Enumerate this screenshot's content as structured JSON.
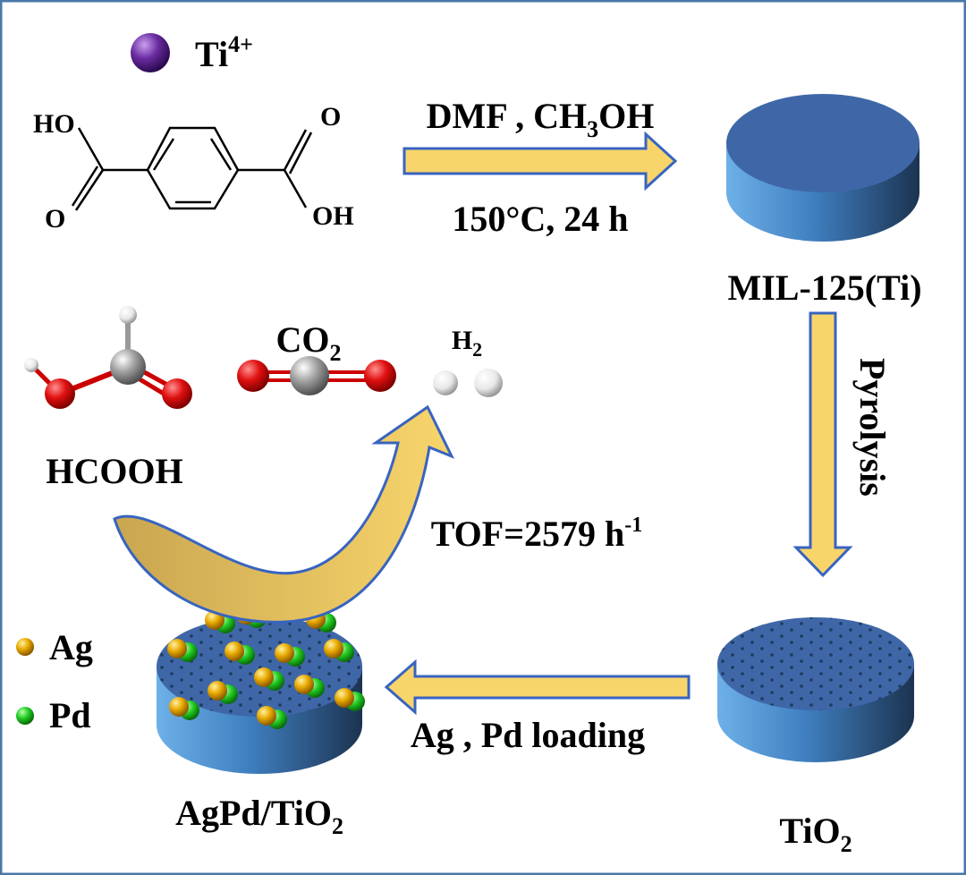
{
  "ti_legend": {
    "symbol": "Ti",
    "charge": "4+"
  },
  "linker": {
    "ho_left": "HO",
    "o_left": "O",
    "o_right": "O",
    "oh_right": "OH"
  },
  "step1": {
    "top_a": "DMF , CH",
    "top_sub": "3",
    "top_b": "OH",
    "bottom": "150°C, 24 h"
  },
  "mof_label": "MIL-125(Ti)",
  "step2_label": "Pyrolysis",
  "tio2_label": {
    "main": "TiO",
    "sub": "2"
  },
  "step3_label": "Ag , Pd loading",
  "catalyst_label": {
    "main": "AgPd/TiO",
    "sub": "2"
  },
  "legend": {
    "ag": "Ag",
    "pd": "Pd"
  },
  "reaction": {
    "reactant": "HCOOH",
    "co2": {
      "main": "CO",
      "sub": "2"
    },
    "h2": {
      "main": "H",
      "sub": "2"
    },
    "tof": {
      "main": "TOF=2579 h",
      "sup": "-1"
    }
  },
  "colors": {
    "arrow_fill": "#f8d56b",
    "arrow_stroke": "#3864c0",
    "disc": "#3f67a8",
    "frame": "#4a78a8",
    "ag": "#e8a800",
    "pd": "#22cc22",
    "ti": "#6a2ca0",
    "oxygen": "#e01010",
    "carbon": "#999999"
  }
}
